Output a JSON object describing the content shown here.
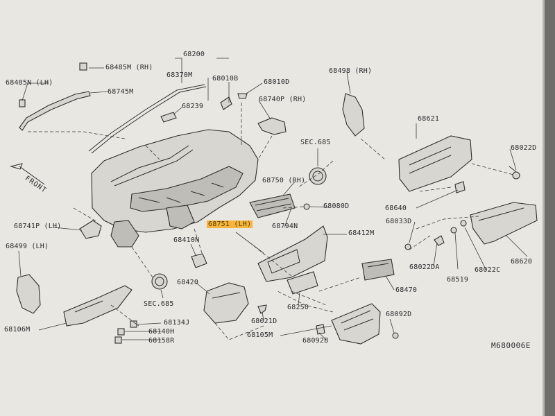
{
  "labels": {
    "l68200": "68200",
    "l68485m": "68485M (RH)",
    "l68370m": "68370M",
    "l68010b": "68010B",
    "l68010d": "68010D",
    "l68498": "68498 (RH)",
    "l68485n": "68485N (LH)",
    "l68745m": "68745M",
    "l68239": "68239",
    "l68740p": "68740P (RH)",
    "l68621": "68621",
    "lsec1": "SEC.685",
    "l68022d": "68022D",
    "l68750": "68750 (RH)",
    "l68080d": "68080D",
    "l68640": "68640",
    "l68741p": "68741P (LH)",
    "l68751": "68751 (LH)",
    "l68794n": "68794N",
    "l68033d": "68033D",
    "l68499": "68499 (LH)",
    "l68410n": "68410N",
    "l68412m": "68412M",
    "l68022da": "68022DA",
    "l68022c": "68022C",
    "l68620": "68620",
    "l68519": "68519",
    "l68470": "68470",
    "l68420": "68420",
    "lsec2": "SEC.685",
    "l68250": "68250",
    "l68134j": "68134J",
    "l68106m": "68106M",
    "l68140h": "68140H",
    "l68021d": "68021D",
    "l68092d": "68092D",
    "l68158r": "68158R",
    "l68105m": "68105M",
    "l68092b": "68092B"
  },
  "front_label": "FRONT",
  "diagram_code": "M680006E",
  "colors": {
    "highlight": "#f5b53d",
    "paper": "#e9e7e2",
    "ink": "#2d2d2d"
  },
  "icons": [
    "front-arrow-icon"
  ]
}
